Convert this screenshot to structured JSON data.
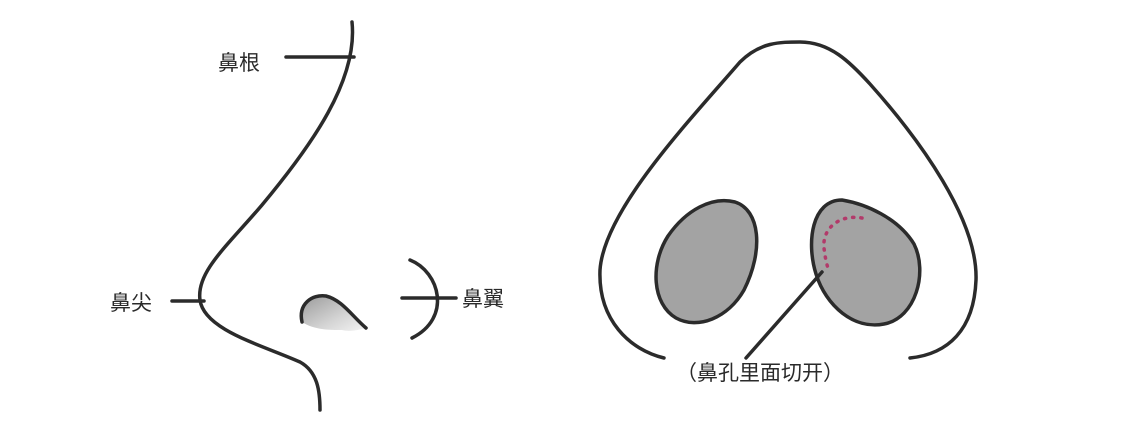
{
  "labels": {
    "nasal_root": "鼻根",
    "nasal_tip": "鼻尖",
    "nasal_wing": "鼻翼",
    "incision_note": "（鼻孔里面切开）"
  },
  "colors": {
    "line": "#2b2b2b",
    "nostril_fill": "#a3a3a3",
    "incision_dots": "#b23a6a",
    "background": "#ffffff"
  }
}
